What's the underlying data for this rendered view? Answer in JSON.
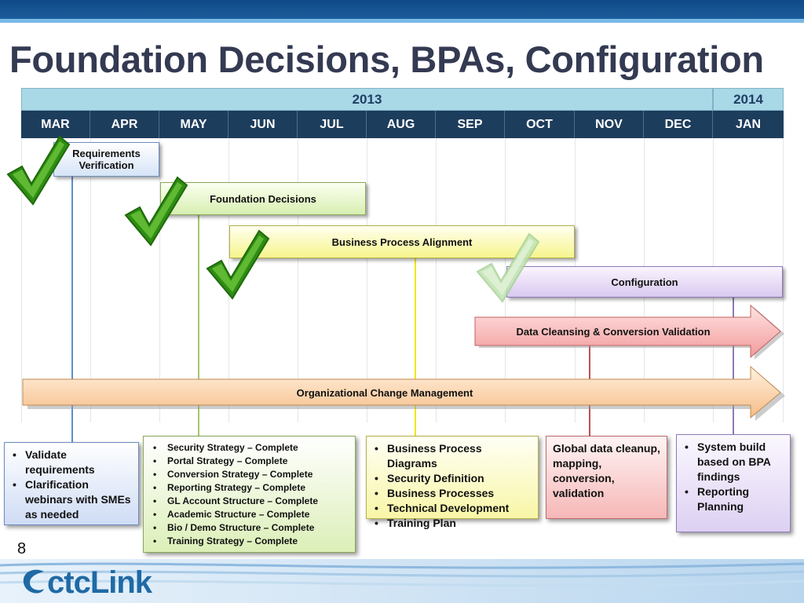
{
  "title": "Foundation Decisions, BPAs, Configuration",
  "timeline": {
    "years": [
      {
        "label": "2013"
      },
      {
        "label": "2014"
      }
    ],
    "months": [
      "MAR",
      "APR",
      "MAY",
      "JUN",
      "JUL",
      "AUG",
      "SEP",
      "OCT",
      "NOV",
      "DEC",
      "JAN"
    ]
  },
  "bars": {
    "requirements": "Requirements Verification",
    "foundation": "Foundation  Decisions",
    "bpa": "Business  Process  Alignment",
    "configuration": "Configuration",
    "data_cleansing": "Data  Cleansing  &  Conversion  Validation",
    "ocm": "Organizational  Change  Management"
  },
  "boxes": {
    "blue": [
      "Validate requirements",
      "Clarification webinars with SMEs as needed"
    ],
    "green": [
      "Security Strategy – Complete",
      "Portal Strategy – Complete",
      "Conversion Strategy – Complete",
      "Reporting Strategy – Complete",
      "GL Account Structure – Complete",
      "Academic Structure – Complete",
      "Bio / Demo Structure – Complete",
      "Training Strategy – Complete"
    ],
    "yellow": [
      "Business Process Diagrams",
      "Security Definition",
      "Business Processes",
      "Technical Development",
      "Training Plan"
    ],
    "red_text": "Global data cleanup, mapping, conversion, validation",
    "purple": [
      "System build based on BPA findings",
      "Reporting Planning"
    ]
  },
  "colors": {
    "title": "#343a52",
    "month_header": "#1d3d5c",
    "year_header": "#a9d8e6",
    "check_green": "#3f9e1f"
  },
  "page_number": "8",
  "logo_text": "ctcLink"
}
